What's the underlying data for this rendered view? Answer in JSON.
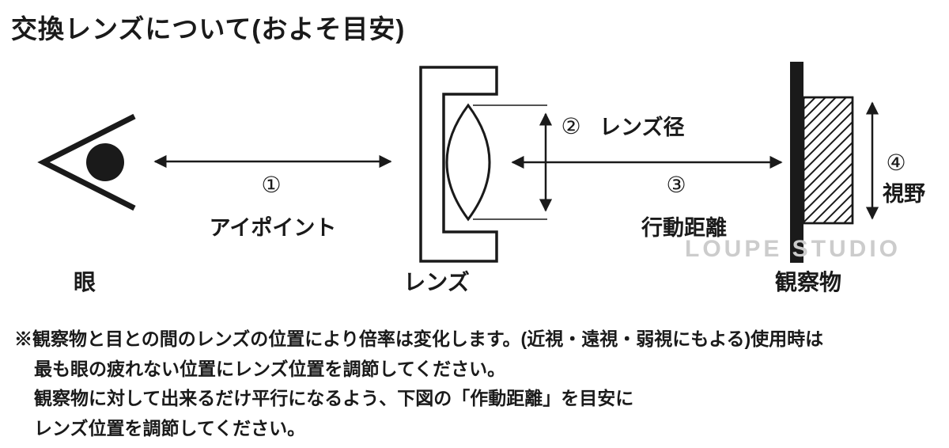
{
  "title": "交換レンズについて(およそ目安)",
  "diagram": {
    "eye_label": "眼",
    "lens_label": "レンズ",
    "object_label": "観察物",
    "arrow1_num": "①",
    "arrow1_label": "アイポイント",
    "arrow2_num": "②",
    "arrow2_label": "レンズ径",
    "arrow3_num": "③",
    "arrow3_label": "行動距離",
    "arrow4_num": "④",
    "arrow4_label": "視野",
    "watermark": "LOUPE STUDIO"
  },
  "notes": {
    "lines": [
      "※観察物と目との間のレンズの位置により倍率は変化します。(近視・遠視・弱視にもよる)使用時は",
      "最も眼の疲れない位置にレンズ位置を調節してください。",
      "観察物に対して出来るだけ平行になるよう、下図の「作動距離」を目安に",
      "レンズ位置を調節してください。"
    ]
  },
  "colors": {
    "ink": "#1a1a1a",
    "watermark": "#cccccc"
  }
}
